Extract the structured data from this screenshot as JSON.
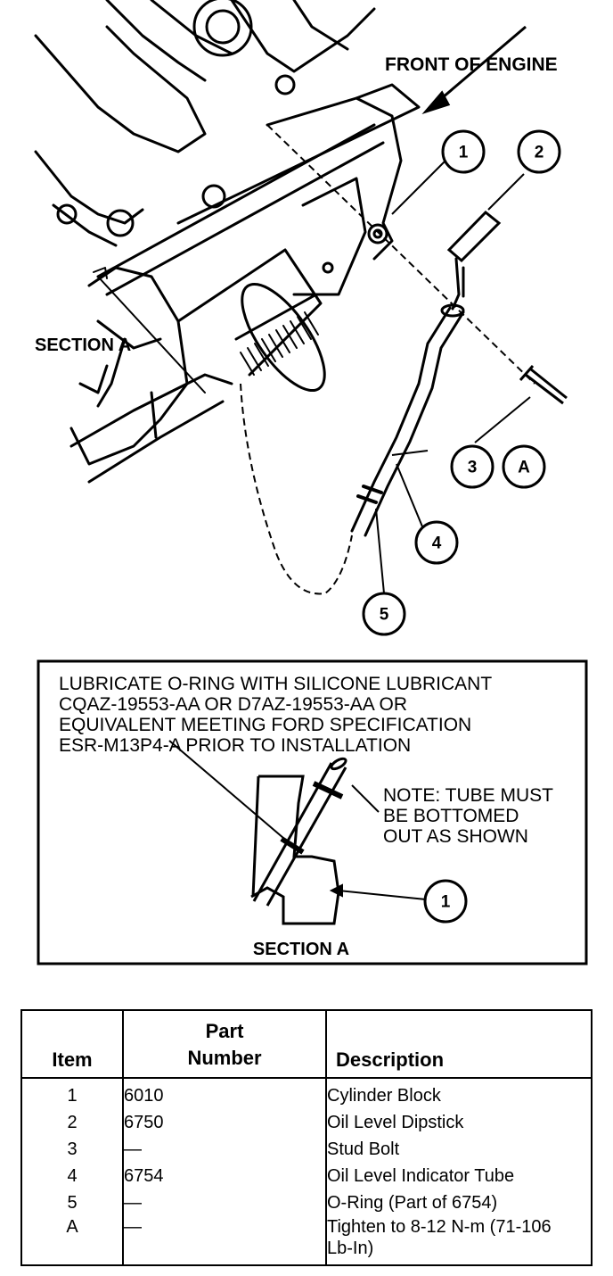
{
  "labels": {
    "front_of_engine": "FRONT OF ENGINE",
    "section_a_main": "SECTION A",
    "section_a_detail": "SECTION A"
  },
  "callouts": {
    "c1": "1",
    "c2": "2",
    "c3": "3",
    "cA": "A",
    "c4": "4",
    "c5": "5",
    "c1_detail": "1"
  },
  "lubricate_note": [
    "LUBRICATE O-RING WITH SILICONE LUBRICANT",
    "CQAZ-19553-AA OR D7AZ-19553-AA OR",
    "EQUIVALENT MEETING FORD SPECIFICATION",
    "ESR-M13P4-A PRIOR TO INSTALLATION"
  ],
  "tube_note": [
    "NOTE: TUBE MUST",
    "BE BOTTOMED",
    "OUT AS SHOWN"
  ],
  "table": {
    "headers": {
      "item": "Item",
      "part_line1": "Part",
      "part_line2": "Number",
      "description": "Description"
    },
    "rows": [
      {
        "item": "1",
        "part": "6010",
        "description": "Cylinder Block"
      },
      {
        "item": "2",
        "part": "6750",
        "description": "Oil Level Dipstick"
      },
      {
        "item": "3",
        "part": "—",
        "description": "Stud Bolt"
      },
      {
        "item": "4",
        "part": "6754",
        "description": "Oil Level Indicator Tube"
      },
      {
        "item": "5",
        "part": "—",
        "description": "O-Ring (Part of 6754)"
      },
      {
        "item": "A",
        "part": "—",
        "description": "Tighten to 8-12 N-m (71-106",
        "description_line2": "Lb-In)"
      }
    ]
  }
}
